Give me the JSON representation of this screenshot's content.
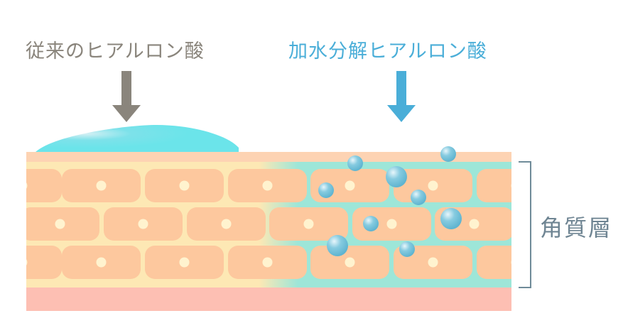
{
  "labels": {
    "conventional": "従来のヒアルロン酸",
    "hydrolyzed": "加水分解ヒアルロン酸",
    "layer": "角質層"
  },
  "colors": {
    "conventional": "#8a857c",
    "hydrolyzed": "#4aaed8",
    "cell": "#fdc89e",
    "nucleus": "#fff3cf",
    "intercellular_dry": "#fde8b4",
    "intercellular_moist": "#9de6d8",
    "surface": "#fdd3b3",
    "base": "#fdbfb3",
    "bracket": "#6f8b99"
  }
}
